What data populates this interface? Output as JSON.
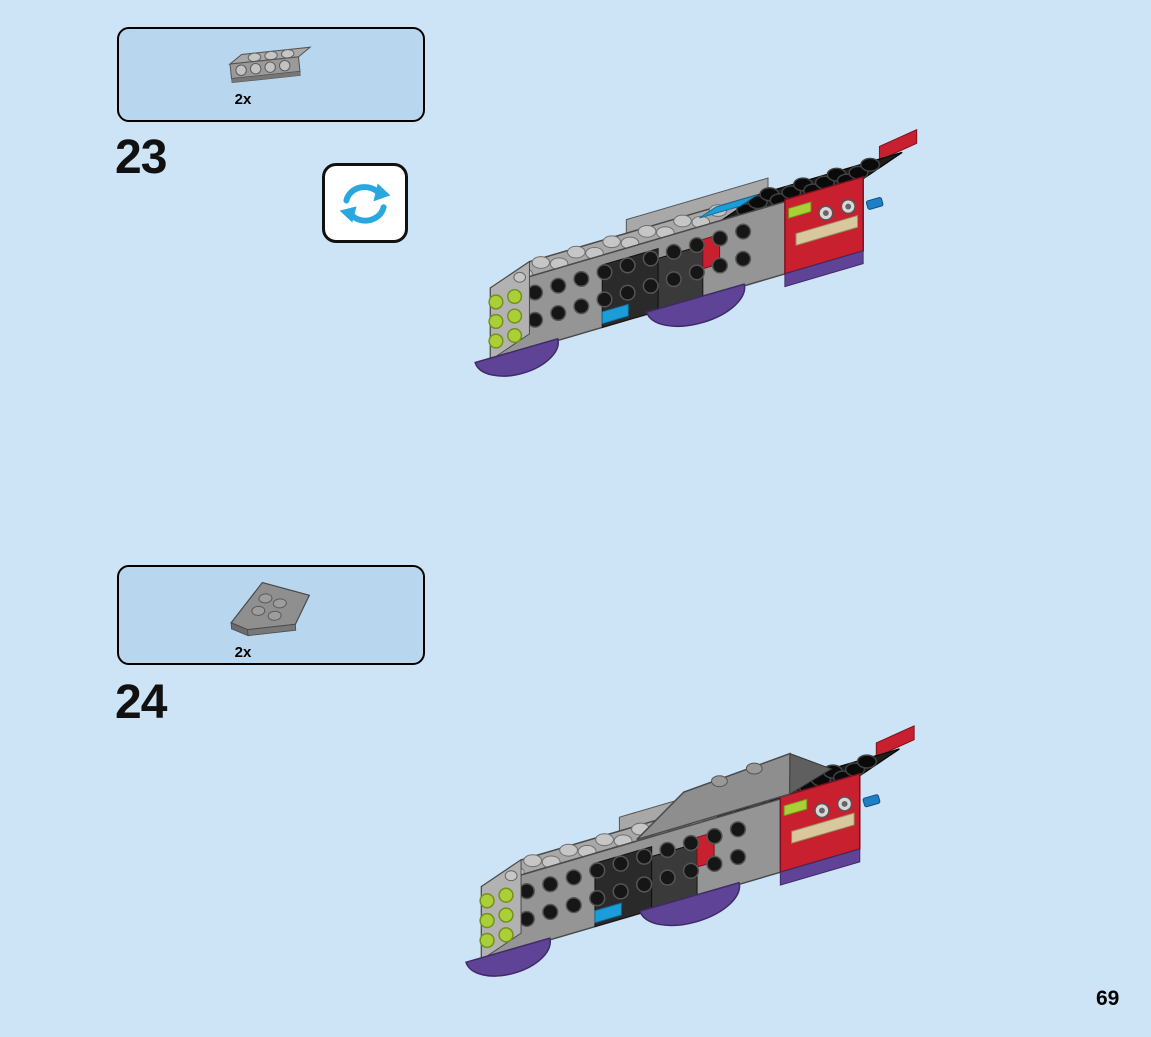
{
  "page": {
    "number": "69",
    "background": "#cde4f6",
    "callout_fill": "#b8d7ee"
  },
  "steps": [
    {
      "label": "23",
      "callout": {
        "quantity": "2x",
        "part": "grey-bracket-plate-with-side-studs"
      },
      "rotate_icon": "rotate-model-symbol"
    },
    {
      "label": "24",
      "callout": {
        "quantity": "2x",
        "part": "grey-wedge-canopy-plate"
      }
    }
  ],
  "palette": {
    "grey_light": "#c6c6c6",
    "grey_mid": "#a8a8a8",
    "grey_side": "#959595",
    "grey_dark": "#6f6f6f",
    "near_black": "#1d1d1d",
    "red": "#c8202e",
    "purple": "#5f4396",
    "blue": "#1b9ed8",
    "lime": "#abd037",
    "tan": "#d9c89e",
    "cyan_accent": "#29a8e0",
    "silver": "#d8d8d8"
  }
}
